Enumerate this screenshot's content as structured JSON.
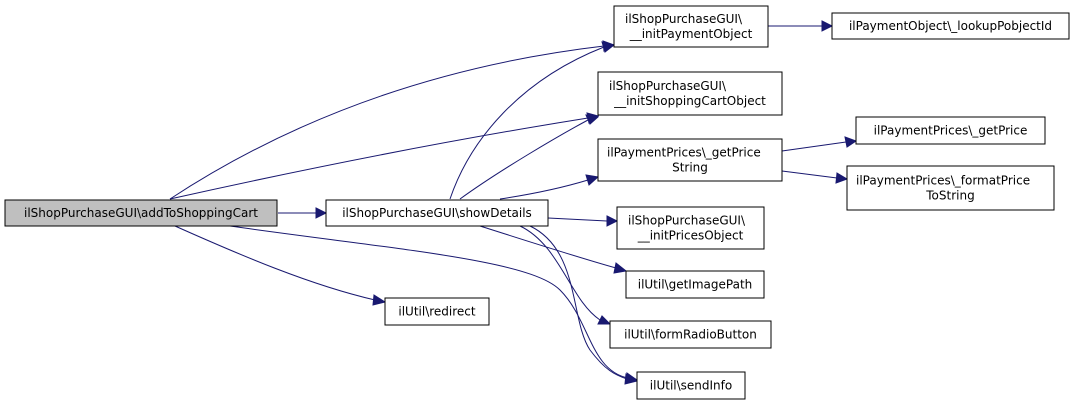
{
  "colors": {
    "root_fill": "#bfbfbf",
    "node_fill": "#ffffff",
    "border": "#000000",
    "edge": "#191970"
  },
  "nodes": [
    {
      "id": "addToShoppingCart",
      "lines": [
        "ilShopPurchaseGUI\\addToShoppingCart"
      ],
      "root": true
    },
    {
      "id": "showDetails",
      "lines": [
        "ilShopPurchaseGUI\\showDetails"
      ]
    },
    {
      "id": "initPaymentObject",
      "lines": [
        "ilShopPurchaseGUI\\",
        "__initPaymentObject"
      ]
    },
    {
      "id": "lookupPobjectId",
      "lines": [
        "ilPaymentObject\\_lookupPobjectId"
      ]
    },
    {
      "id": "initShoppingCartObject",
      "lines": [
        "ilShopPurchaseGUI\\",
        "__initShoppingCartObject"
      ]
    },
    {
      "id": "getPriceString",
      "lines": [
        "ilPaymentPrices\\_getPrice",
        "String"
      ]
    },
    {
      "id": "getPrice",
      "lines": [
        "ilPaymentPrices\\_getPrice"
      ]
    },
    {
      "id": "formatPriceToString",
      "lines": [
        "ilPaymentPrices\\_formatPrice",
        "ToString"
      ]
    },
    {
      "id": "initPricesObject",
      "lines": [
        "ilShopPurchaseGUI\\",
        "__initPricesObject"
      ]
    },
    {
      "id": "getImagePath",
      "lines": [
        "ilUtil\\getImagePath"
      ]
    },
    {
      "id": "formRadioButton",
      "lines": [
        "ilUtil\\formRadioButton"
      ]
    },
    {
      "id": "sendInfo",
      "lines": [
        "ilUtil\\sendInfo"
      ]
    },
    {
      "id": "redirect",
      "lines": [
        "ilUtil\\redirect"
      ]
    }
  ],
  "edges": [
    {
      "from": "addToShoppingCart",
      "to": "showDetails"
    },
    {
      "from": "addToShoppingCart",
      "to": "initPaymentObject"
    },
    {
      "from": "addToShoppingCart",
      "to": "initShoppingCartObject"
    },
    {
      "from": "addToShoppingCart",
      "to": "redirect"
    },
    {
      "from": "addToShoppingCart",
      "to": "sendInfo"
    },
    {
      "from": "initPaymentObject",
      "to": "lookupPobjectId"
    },
    {
      "from": "showDetails",
      "to": "initPaymentObject"
    },
    {
      "from": "showDetails",
      "to": "initShoppingCartObject"
    },
    {
      "from": "showDetails",
      "to": "getPriceString"
    },
    {
      "from": "showDetails",
      "to": "initPricesObject"
    },
    {
      "from": "showDetails",
      "to": "getImagePath"
    },
    {
      "from": "showDetails",
      "to": "formRadioButton"
    },
    {
      "from": "showDetails",
      "to": "sendInfo"
    },
    {
      "from": "getPriceString",
      "to": "getPrice"
    },
    {
      "from": "getPriceString",
      "to": "formatPriceToString"
    }
  ]
}
